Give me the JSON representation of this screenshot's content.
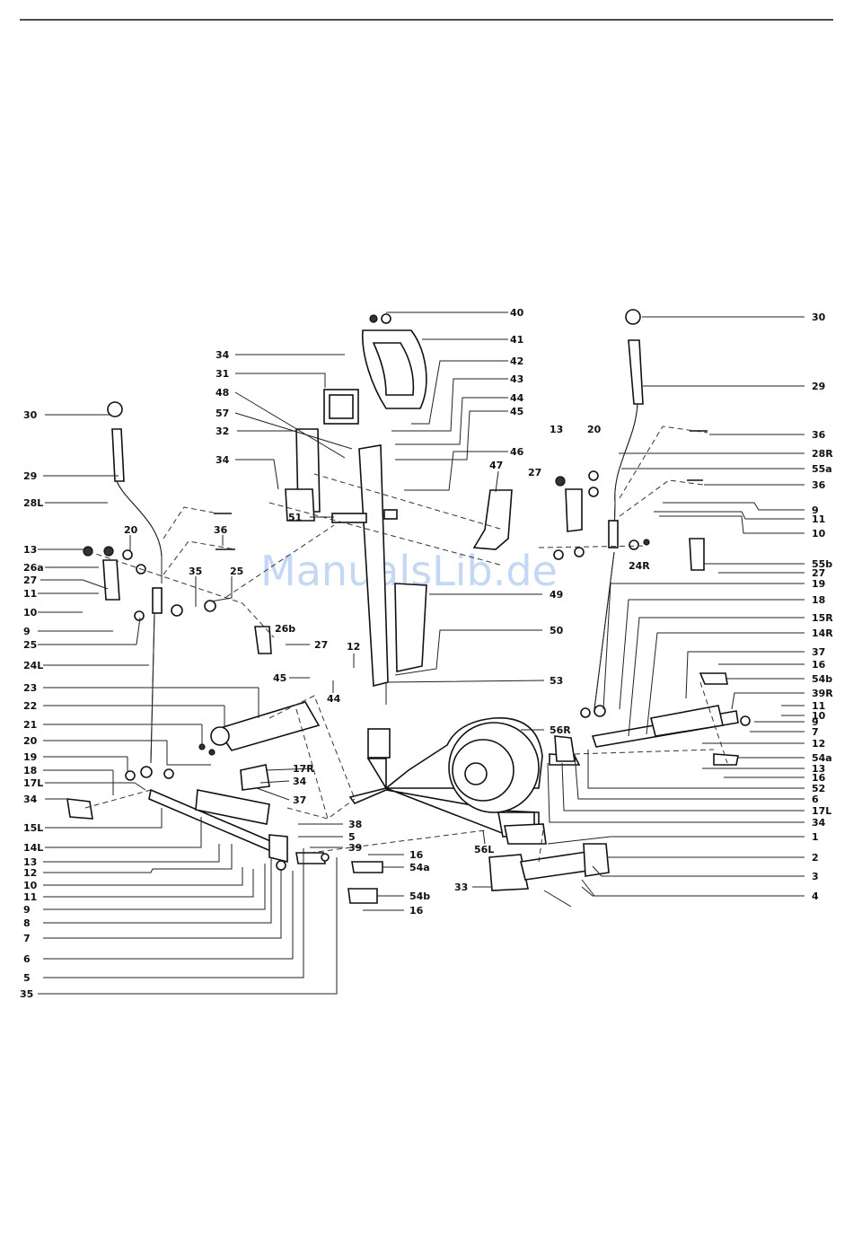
{
  "watermark": "ManualsLib.de",
  "labels": {
    "left": [
      "30",
      "29",
      "28L",
      "13",
      "20",
      "36",
      "26a",
      "35",
      "25",
      "27",
      "11",
      "10",
      "9",
      "25",
      "26b",
      "27",
      "24L",
      "12",
      "45",
      "44",
      "23",
      "22",
      "21",
      "20",
      "19",
      "18",
      "17L",
      "34",
      "15L",
      "14L",
      "13",
      "12",
      "10",
      "11",
      "9",
      "8",
      "7",
      "6",
      "5",
      "35"
    ],
    "center": [
      "34",
      "31",
      "48",
      "57",
      "32",
      "34",
      "51",
      "47",
      "49",
      "50",
      "53",
      "56R",
      "56L",
      "17R",
      "34",
      "37",
      "38",
      "5",
      "39",
      "16",
      "54a",
      "54b",
      "16",
      "33"
    ],
    "right": [
      "40",
      "41",
      "42",
      "43",
      "44",
      "45",
      "46",
      "13",
      "20",
      "27",
      "30",
      "29",
      "36",
      "28R",
      "55a",
      "36",
      "9",
      "11",
      "10",
      "24R",
      "55b",
      "27",
      "19",
      "18",
      "15R",
      "14R",
      "37",
      "16",
      "54b",
      "39R",
      "11",
      "10",
      "9",
      "7",
      "12",
      "54a",
      "13",
      "16",
      "52",
      "6",
      "17L",
      "34",
      "1",
      "2",
      "3",
      "4"
    ]
  }
}
